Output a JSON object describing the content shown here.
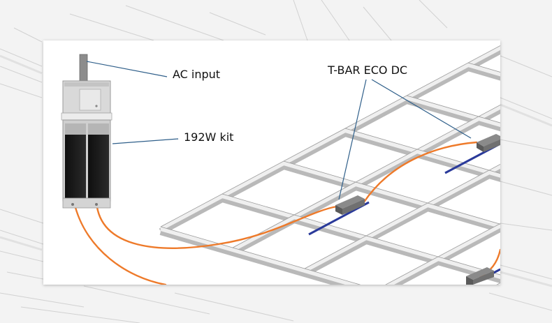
{
  "labels": {
    "ac_input": "AC input",
    "kit": "192W kit",
    "tbar": "T-BAR ECO DC"
  },
  "colors": {
    "cable": "#ee7a2a",
    "leader": "#2f5f8a",
    "grid_top": "#eeeeee",
    "grid_side": "#b9b9b9",
    "led_strip": "#2a3a9a",
    "driver_body": "#dcdcdc",
    "driver_panel": "#1a1a1a"
  },
  "icons": {
    "driver": "led-driver-box",
    "connector": "tbar-connector-block"
  }
}
